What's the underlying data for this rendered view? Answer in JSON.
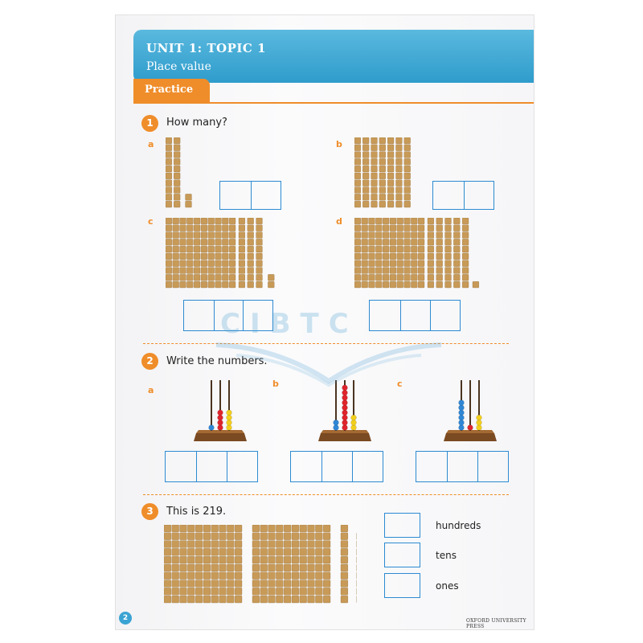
{
  "header": {
    "unit": "UNIT 1: TOPIC 1",
    "subtitle": "Place value"
  },
  "section": {
    "label": "Practice"
  },
  "questions": [
    {
      "number": "1",
      "prompt": "How many?",
      "parts": [
        "a",
        "b",
        "c",
        "d"
      ]
    },
    {
      "number": "2",
      "prompt": "Write the numbers.",
      "parts": [
        "a",
        "b",
        "c"
      ]
    },
    {
      "number": "3",
      "prompt": "This is 219.",
      "labels": [
        "hundreds",
        "tens",
        "ones"
      ]
    }
  ],
  "abaci": [
    {
      "part": "a",
      "hundreds": 1,
      "tens": 4,
      "ones": 4
    },
    {
      "part": "b",
      "hundreds": 2,
      "tens": 9,
      "ones": 3
    },
    {
      "part": "c",
      "hundreds": 6,
      "tens": 1,
      "ones": 3
    }
  ],
  "watermark": "CIBTC",
  "footer": {
    "page_number": "2",
    "publisher": "OXFORD UNIVERSITY PRESS"
  },
  "colors": {
    "banner": "#3aa6d4",
    "accent_orange": "#ef8d2a",
    "box_blue": "#2d8ad1",
    "block": "#c89a57",
    "bead_red": "#e0242b",
    "bead_yellow": "#f2cf1d",
    "bead_blue": "#2f87d6"
  }
}
